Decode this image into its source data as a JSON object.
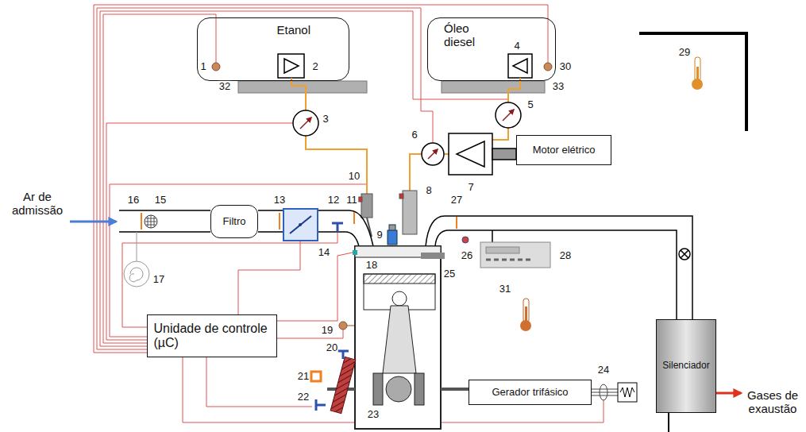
{
  "diagram": {
    "nodes": [
      {
        "text": [
          "Etanol"
        ]
      },
      {
        "text": [
          "Óleo diesel"
        ]
      },
      {
        "text": [
          "Motor elétrico"
        ]
      },
      {
        "text": [
          "Filtro"
        ]
      },
      {
        "text": [
          "Unidade de controle (µC)"
        ]
      },
      {
        "text": [
          "Gerador trifásico"
        ]
      },
      {
        "text": [
          "Silenciador"
        ]
      }
    ],
    "labels": [
      "1",
      "2",
      "4",
      "30",
      "29",
      "32",
      "33",
      "3",
      "5",
      "6",
      "7",
      "10",
      "8",
      "27",
      "16",
      "15",
      "13",
      "12",
      "11",
      "Ar de admissão",
      "9",
      "14",
      "18",
      "25",
      "26",
      "28",
      "31",
      "17",
      "19",
      "20",
      "21",
      "22",
      "24",
      "23",
      "Gases de exaustão"
    ]
  }
}
